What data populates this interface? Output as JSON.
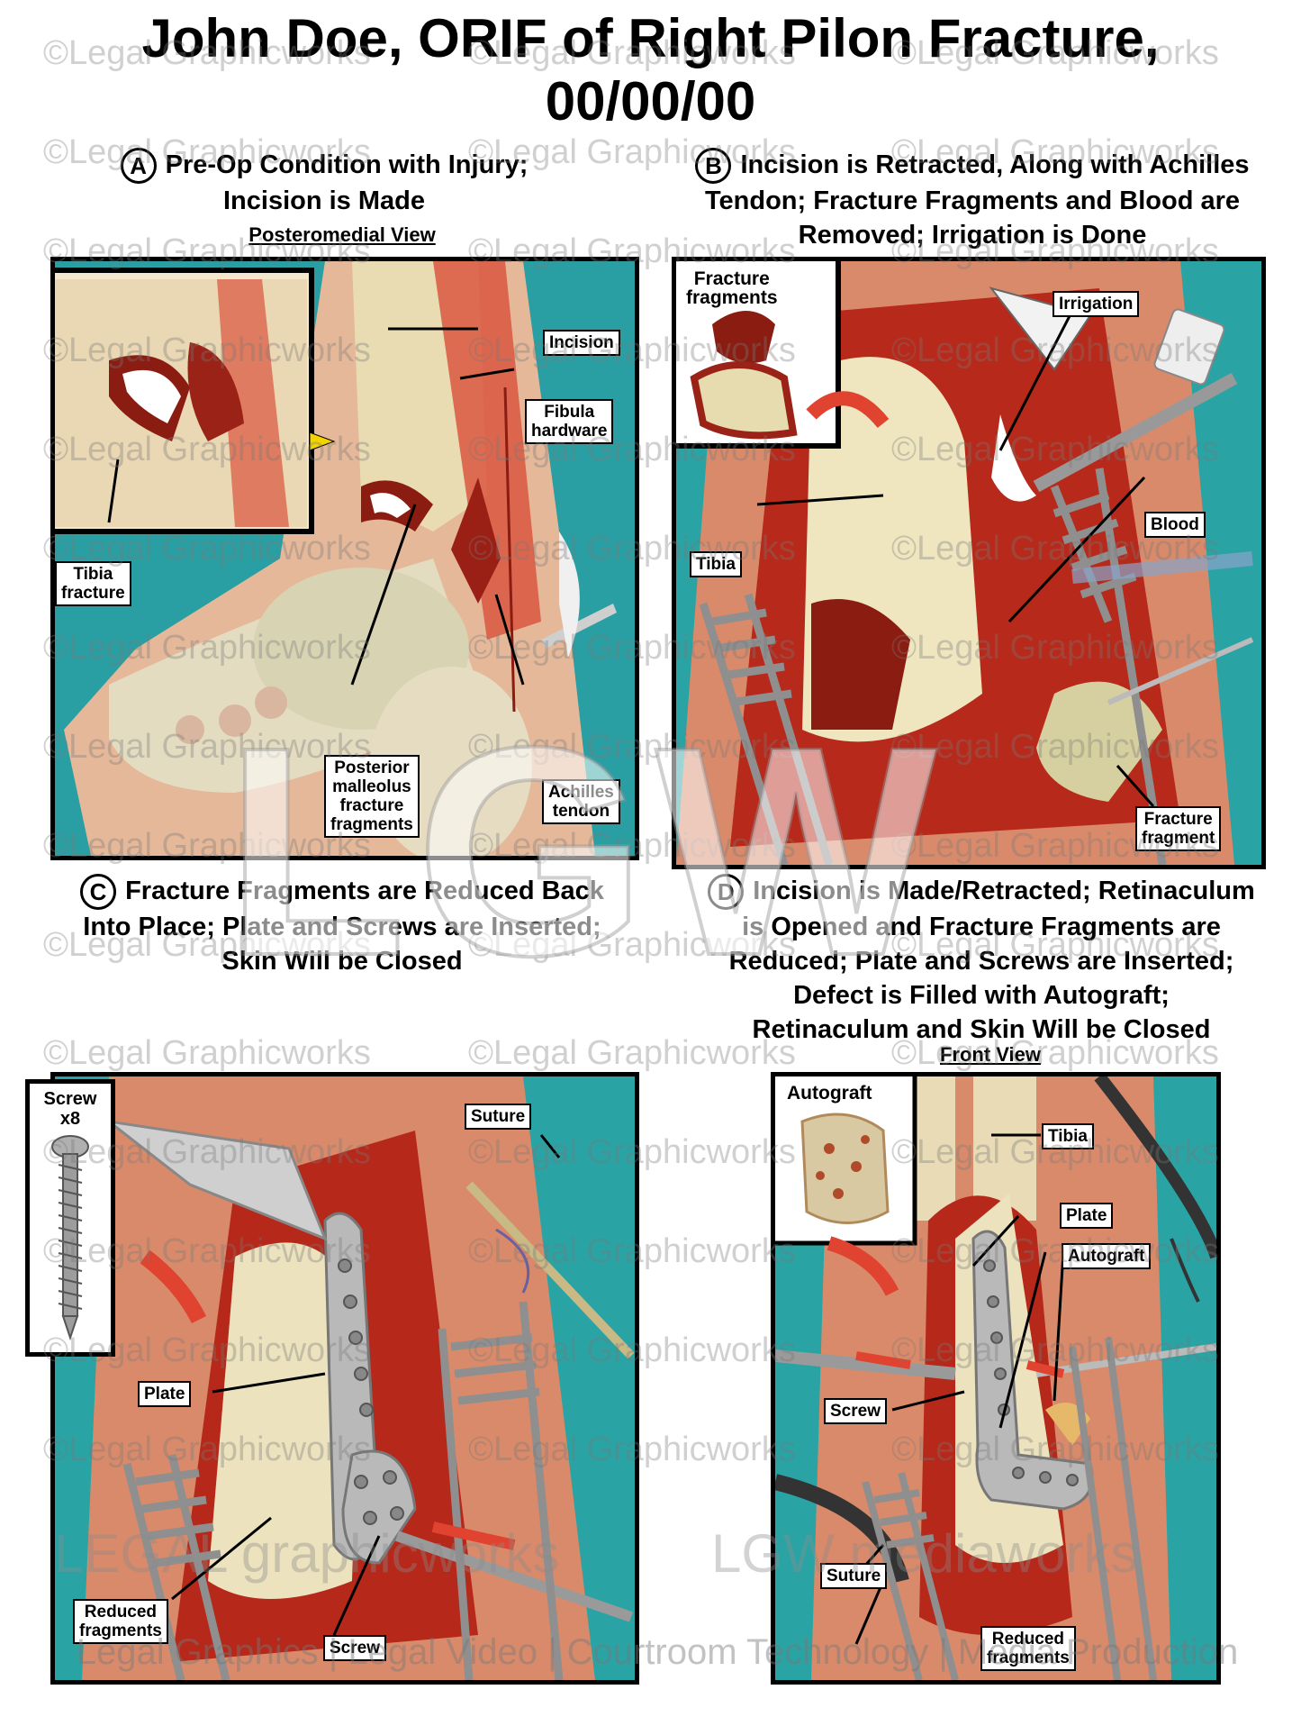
{
  "title": [
    "John Doe, ORIF of Right Pilon Fracture,",
    "00/00/00"
  ],
  "watermark": "©Legal Graphicworks",
  "footer_brand": [
    "LEGAL graphicworks",
    "LGW mediaworks"
  ],
  "footer_tagline": "Legal Graphics | Legal Video | Courtroom Technology | Media Production",
  "center_logo": "LGW",
  "panels": {
    "A": {
      "letter": "A",
      "title": [
        "Pre-Op Condition with Injury;",
        "Incision is Made"
      ],
      "view": "Posteromedial View",
      "labels": {
        "incision": "Incision",
        "fibula_hardware": [
          "Fibula",
          "hardware"
        ],
        "tibia_fracture": [
          "Tibia",
          "fracture"
        ],
        "posterior_malleolus": [
          "Posterior",
          "malleolus",
          "fracture",
          "fragments"
        ],
        "achilles": [
          "Achilles",
          "tendon"
        ]
      }
    },
    "B": {
      "letter": "B",
      "title": [
        "Incision is Retracted, Along with Achilles",
        "Tendon; Fracture Fragments and Blood are",
        "Removed; Irrigation is Done"
      ],
      "labels": {
        "fracture_fragments": [
          "Fracture",
          "fragments"
        ],
        "irrigation": "Irrigation",
        "tibia": "Tibia",
        "blood": "Blood",
        "fracture_fragment": [
          "Fracture",
          "fragment"
        ]
      }
    },
    "C": {
      "letter": "C",
      "title": [
        "Fracture Fragments are Reduced Back",
        "Into Place; Plate and Screws are Inserted;",
        "Skin Will be Closed"
      ],
      "labels": {
        "screw_x8": [
          "Screw",
          "x8"
        ],
        "suture": "Suture",
        "plate": "Plate",
        "reduced_fragments": [
          "Reduced",
          "fragments"
        ],
        "screw": "Screw"
      }
    },
    "D": {
      "letter": "D",
      "title": [
        "Incision is Made/Retracted; Retinaculum",
        "is Opened and Fracture Fragments are",
        "Reduced; Plate and Screws are Inserted;",
        "Defect is Filled with Autograft;",
        "Retinaculum and Skin Will be Closed"
      ],
      "view": "Front View",
      "labels": {
        "autograft_inset": "Autograft",
        "tibia": "Tibia",
        "plate": "Plate",
        "autograft": "Autograft",
        "screw": "Screw",
        "suture": "Suture",
        "reduced_fragments": [
          "Reduced",
          "fragments"
        ]
      }
    }
  }
}
